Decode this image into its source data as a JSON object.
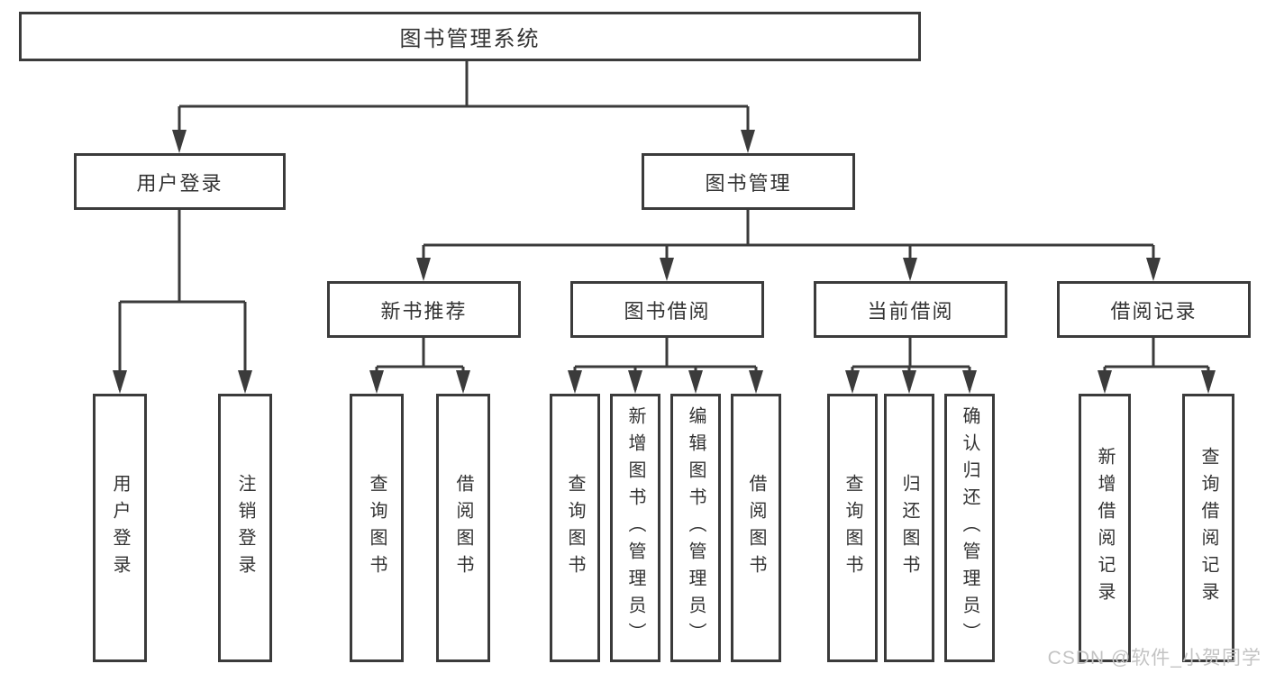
{
  "diagram": {
    "root": {
      "label": "图书管理系统"
    },
    "level2": [
      {
        "id": "user-login",
        "label": "用户登录"
      },
      {
        "id": "book-management",
        "label": "图书管理"
      }
    ],
    "level3": [
      {
        "id": "new-book-recommendation",
        "parent": "book-management",
        "label": "新书推荐"
      },
      {
        "id": "book-borrowing",
        "parent": "book-management",
        "label": "图书借阅"
      },
      {
        "id": "current-borrowing",
        "parent": "book-management",
        "label": "当前借阅"
      },
      {
        "id": "borrowing-records",
        "parent": "book-management",
        "label": "借阅记录"
      }
    ],
    "leaves": [
      {
        "parent": "user-login",
        "label": "用户登录"
      },
      {
        "parent": "user-login",
        "label": "注销登录"
      },
      {
        "parent": "new-book-recommendation",
        "label": "查询图书"
      },
      {
        "parent": "new-book-recommendation",
        "label": "借阅图书"
      },
      {
        "parent": "book-borrowing",
        "label": "查询图书"
      },
      {
        "parent": "book-borrowing",
        "label": "新增图书（管理员）"
      },
      {
        "parent": "book-borrowing",
        "label": "编辑图书（管理员）"
      },
      {
        "parent": "book-borrowing",
        "label": "借阅图书"
      },
      {
        "parent": "current-borrowing",
        "label": "查询图书"
      },
      {
        "parent": "current-borrowing",
        "label": "归还图书"
      },
      {
        "parent": "current-borrowing",
        "label": "确认归还（管理员）"
      },
      {
        "parent": "borrowing-records",
        "label": "新增借阅记录"
      },
      {
        "parent": "borrowing-records",
        "label": "查询借阅记录"
      }
    ],
    "watermark": {
      "text": "CSDN @软件_小贺同学"
    },
    "colors": {
      "background": "#ffffff",
      "box_border": "#3b3b3b",
      "line": "#3b3b3b",
      "text": "#333333",
      "watermark": "#c3c3c3"
    }
  }
}
